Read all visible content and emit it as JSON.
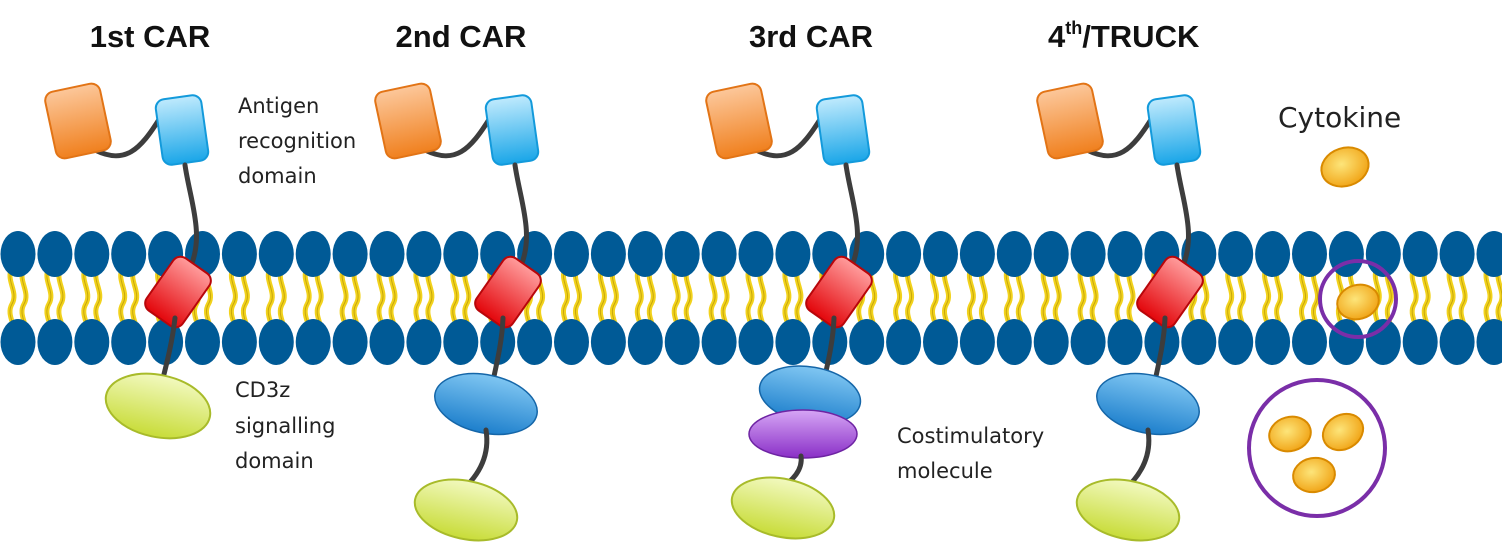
{
  "titles": {
    "first": "1st CAR",
    "second": "2nd CAR",
    "third": "3rd CAR",
    "fourth_main": "4",
    "fourth_sup": "th",
    "fourth_rest": "/TRUCK"
  },
  "labels": {
    "antigen": [
      "Antigen",
      "recognition",
      "domain"
    ],
    "cd3z": [
      "CD3z",
      "signalling",
      "domain"
    ],
    "costim": [
      "Costimulatory",
      "molecule"
    ],
    "cytokine": "Cytokine"
  },
  "colors": {
    "membrane_head": "#005a96",
    "lipid_tail": "#f2d21c",
    "antigen_orange": "#f6953f",
    "antigen_blue": "#3db7ec",
    "transmembrane_red": "#f0262a",
    "cd3z_green": "#d9ea6a",
    "costim_blue": "#2f93dc",
    "costim_purple": "#9d43d6",
    "cytokine_gold": "#f6b21b",
    "vesicle_purple": "#7a2ea8",
    "linker": "#3d3d3d"
  }
}
